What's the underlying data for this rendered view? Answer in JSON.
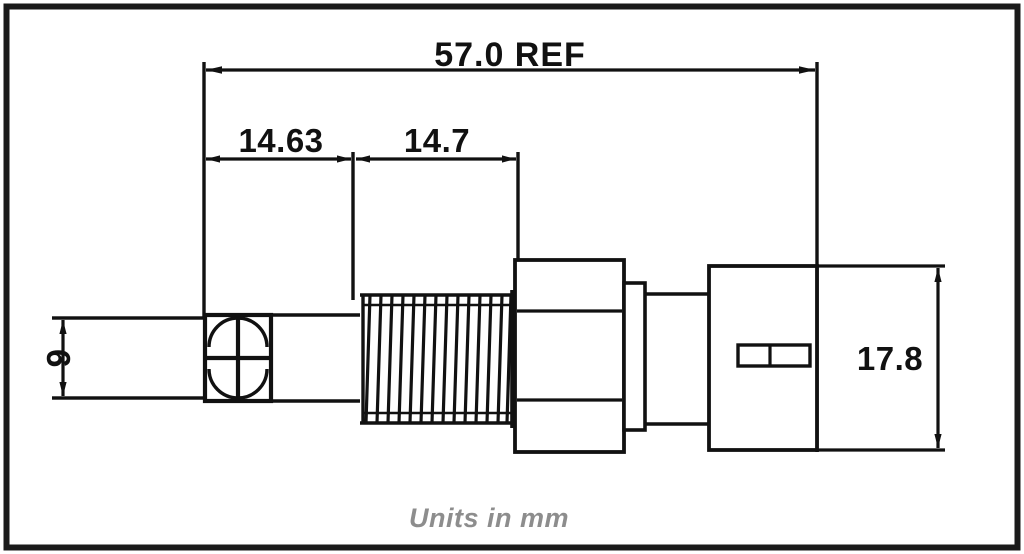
{
  "drawing": {
    "title": "Coaxial connector dimensional drawing",
    "units_note": "Units in mm",
    "border_color": "#1a1a1a",
    "line_color": "#111111",
    "background_color": "#ffffff",
    "note_color": "#8d8d8d"
  },
  "dimensions": {
    "overall_length": {
      "label": "57.0  REF",
      "value": 57.0,
      "reference": true,
      "orientation": "horizontal",
      "position": "top"
    },
    "ferrule_length": {
      "label": "14.63",
      "value": 14.63,
      "orientation": "horizontal",
      "position": "upper-left"
    },
    "thread_length": {
      "label": "14.7",
      "value": 14.7,
      "orientation": "horizontal",
      "position": "upper-middle"
    },
    "cable_diameter": {
      "label": "9",
      "value": 9,
      "orientation": "vertical",
      "position": "left"
    },
    "body_height": {
      "label": "17.8",
      "value": 17.8,
      "orientation": "vertical",
      "position": "right"
    }
  },
  "parts": [
    {
      "name": "cable",
      "description": "cable entry stub at far left"
    },
    {
      "name": "crimp-ferrule",
      "description": "crimped ferrule shown as four squares with circular arc marks"
    },
    {
      "name": "barrel",
      "description": "plain cylindrical barrel section"
    },
    {
      "name": "threaded-section",
      "description": "external thread shown with hatch lines"
    },
    {
      "name": "hex-nut",
      "description": "hex nut with chamfer lines across flats"
    },
    {
      "name": "shoulder",
      "description": "narrow shoulder between nut and body"
    },
    {
      "name": "rear-body",
      "description": "rear body block with rectangular slot feature"
    },
    {
      "name": "slot",
      "description": "rectangular keyway slot in rear body"
    }
  ]
}
